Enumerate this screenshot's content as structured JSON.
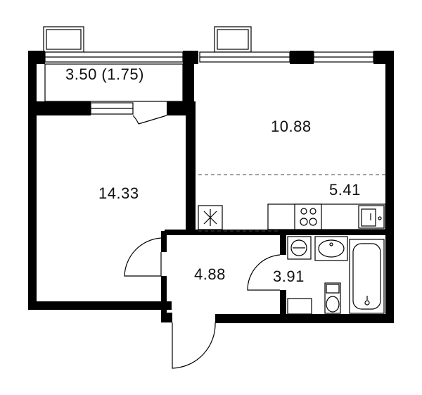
{
  "floorplan": {
    "rooms": [
      {
        "id": "balcony",
        "area": "3.50 (1.75)"
      },
      {
        "id": "living-room",
        "area": "10.88"
      },
      {
        "id": "bedroom",
        "area": "14.33"
      },
      {
        "id": "kitchen",
        "area": "5.41"
      },
      {
        "id": "hallway",
        "area": "4.88"
      },
      {
        "id": "bathroom",
        "area": "3.91"
      }
    ]
  }
}
